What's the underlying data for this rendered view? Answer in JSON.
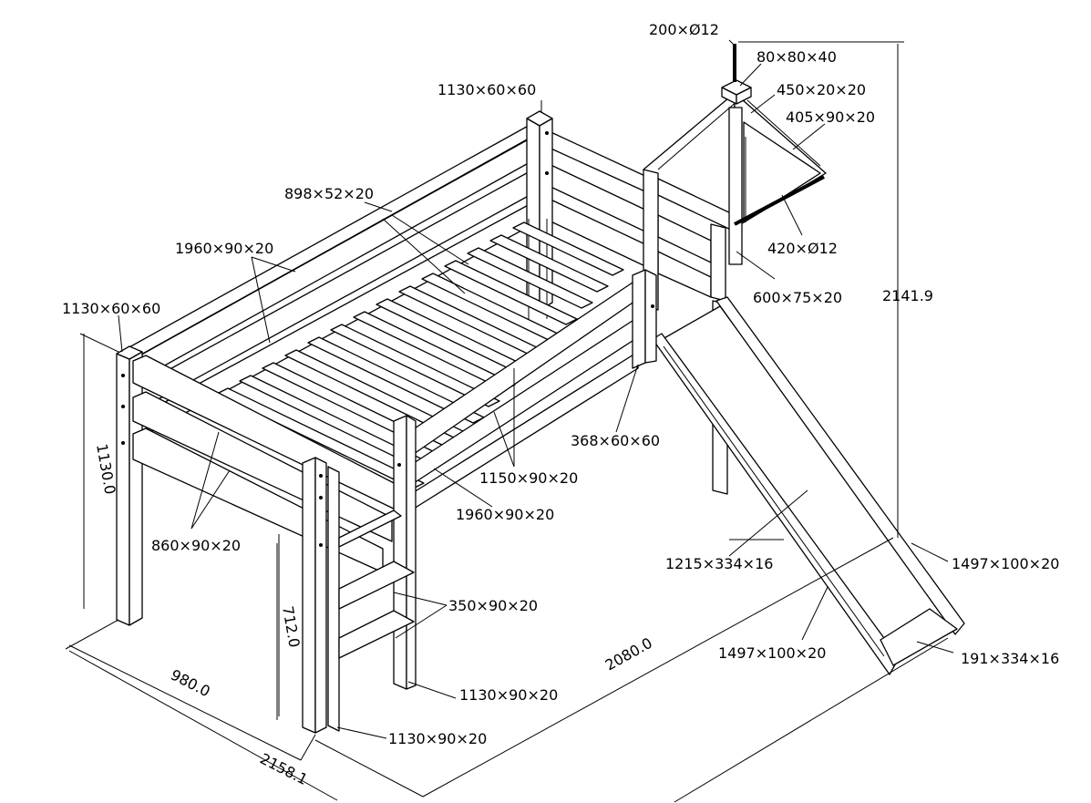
{
  "labels": {
    "rod_top": "200×Ø12",
    "post_cap": "80×80×40",
    "roof_board_a": "450×20×20",
    "roof_board_b": "405×90×20",
    "rod_side": "420×Ø12",
    "tower_board": "600×75×20",
    "height_total": "2141.9",
    "post_back_top": "1130×60×60",
    "slat": "898×52×20",
    "side_rail_top": "1960×90×20",
    "post_front_left": "1130×60×60",
    "height_leg": "1130.0",
    "end_rail": "860×90×20",
    "post_short": "368×60×60",
    "guard_rail": "1150×90×20",
    "side_rail_bottom": "1960×90×20",
    "slide_panel": "1215×334×16",
    "slide_side_right": "1497×100×20",
    "slide_side_left": "1497×100×20",
    "slide_end": "191×334×16",
    "ladder_step": "350×90×20",
    "ladder_height": "712.0",
    "ladder_leg_a": "1130×90×20",
    "ladder_leg_b": "1130×90×20",
    "width_dim": "980.0",
    "length_dim": "2080.0",
    "overall_dim": "2158.1"
  }
}
